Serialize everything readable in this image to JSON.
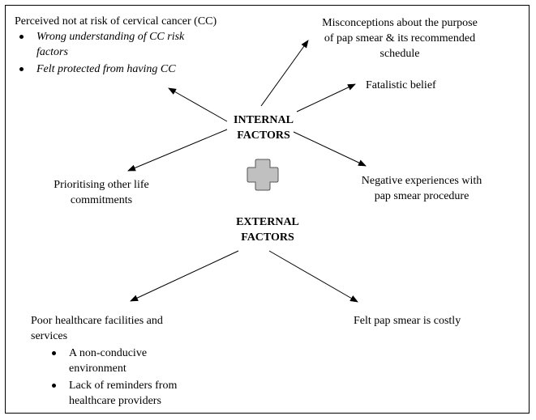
{
  "internal": {
    "line1": "INTERNAL",
    "line2": "FACTORS"
  },
  "external": {
    "line1": "EXTERNAL",
    "line2": "FACTORS"
  },
  "perceived": {
    "title": "Perceived not at risk of cervical cancer (CC)",
    "bullet1_line1": "Wrong understanding of CC risk",
    "bullet1_line2": "factors",
    "bullet2": "Felt protected from having CC"
  },
  "misconceptions": {
    "line1": "Misconceptions about the purpose",
    "line2": "of pap smear & its recommended",
    "line3": "schedule"
  },
  "fatalistic": "Fatalistic belief",
  "prioritising": {
    "line1": "Prioritising other life",
    "line2": "commitments"
  },
  "negative": {
    "line1": "Negative experiences with",
    "line2": "pap smear procedure"
  },
  "poor_healthcare": {
    "line1": "Poor healthcare facilities and",
    "line2": "services",
    "bullet1_line1": "A non-conducive",
    "bullet1_line2": "environment",
    "bullet2_line1": "Lack of reminders from",
    "bullet2_line2": "healthcare providers"
  },
  "costly": "Felt pap smear is costly",
  "plus_color": "#c0c0c0"
}
